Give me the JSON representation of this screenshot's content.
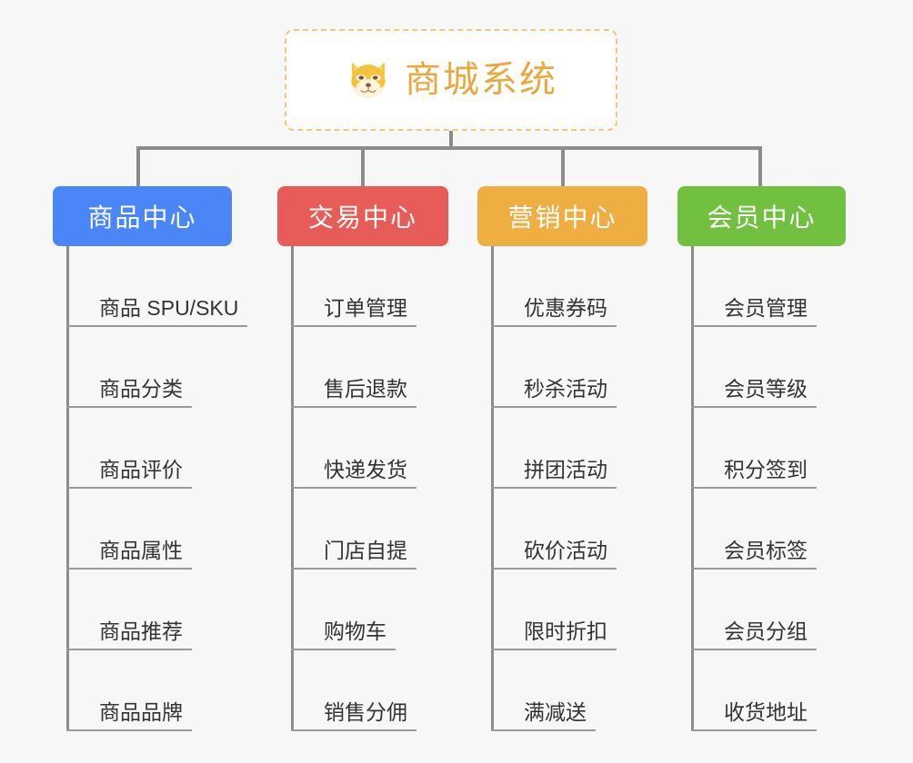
{
  "root": {
    "icon": "shiba-dog-face-emoji",
    "title": "商城系统",
    "title_color": "#e8a83c",
    "border_color": "#f3c77a",
    "background": "#ffffff"
  },
  "canvas": {
    "background": "#f7f7f7",
    "connector_color": "#8c8c8c"
  },
  "columns": [
    {
      "title": "商品中心",
      "color": "#4a86f7",
      "items": [
        "商品 SPU/SKU",
        "商品分类",
        "商品评价",
        "商品属性",
        "商品推荐",
        "商品品牌"
      ]
    },
    {
      "title": "交易中心",
      "color": "#e85c58",
      "items": [
        "订单管理",
        "售后退款",
        "快递发货",
        "门店自提",
        "购物车",
        "销售分佣"
      ]
    },
    {
      "title": "营销中心",
      "color": "#eeae41",
      "items": [
        "优惠券码",
        "秒杀活动",
        "拼团活动",
        "砍价活动",
        "限时折扣",
        "满减送"
      ]
    },
    {
      "title": "会员中心",
      "color": "#72c040",
      "items": [
        "会员管理",
        "会员等级",
        "积分签到",
        "会员标签",
        "会员分组",
        "收货地址"
      ]
    }
  ]
}
